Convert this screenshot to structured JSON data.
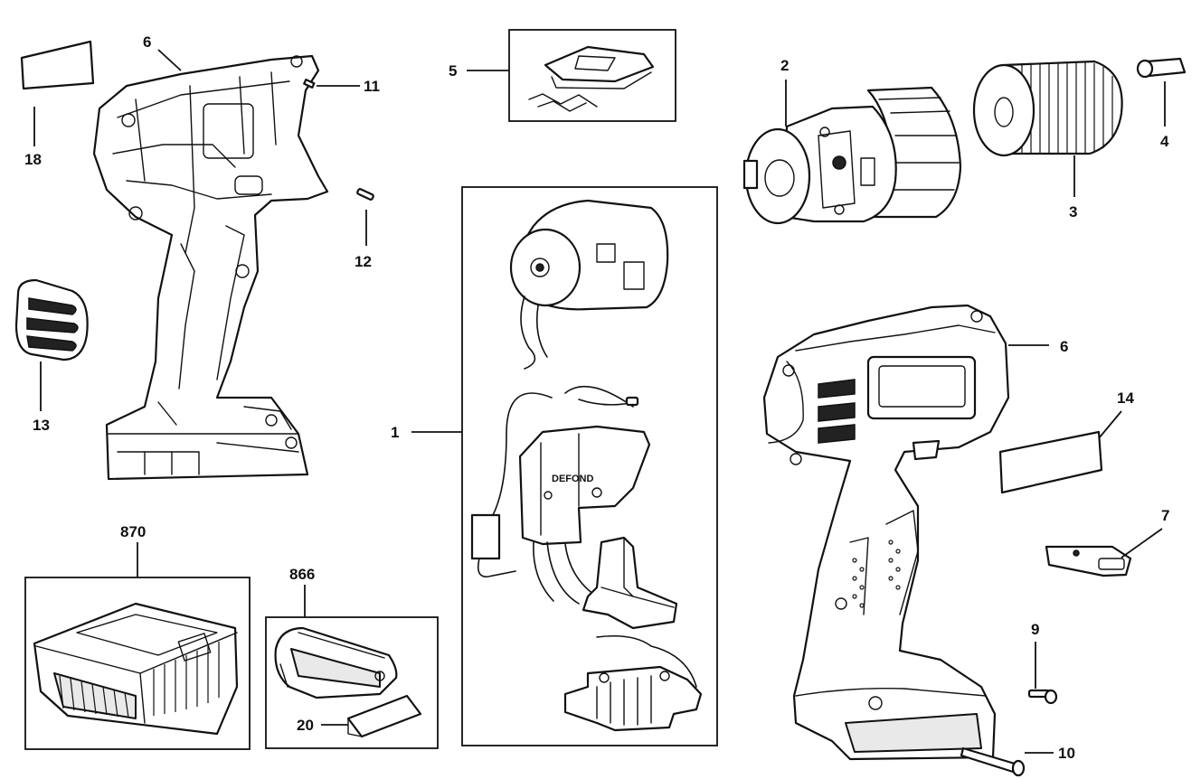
{
  "labels": {
    "housing_left": "6",
    "housing_right": "6",
    "pin_11": "11",
    "pin_12": "12",
    "label_18": "18",
    "badge_13": "13",
    "clip_5": "5",
    "motor_assembly_1": "1",
    "transmission_2": "2",
    "chuck_3": "3",
    "screw_4": "4",
    "label_14": "14",
    "belt_clip_7": "7",
    "screw_9": "9",
    "screw_10": "10",
    "charger_870": "870",
    "battery_866": "866",
    "cover_20": "20"
  },
  "switch_brand": "DEFOND"
}
